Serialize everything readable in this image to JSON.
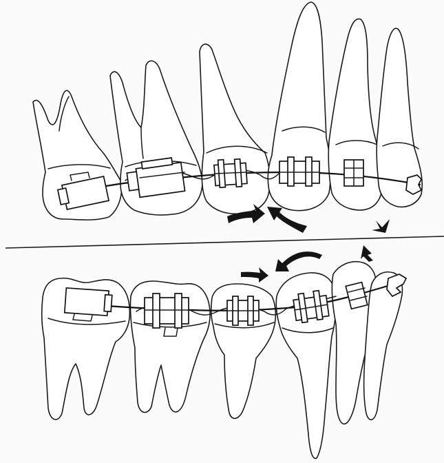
{
  "figure": {
    "description_text": "",
    "colors": {
      "background": "#fbfbfb",
      "outline": "#1a1a1a",
      "arrow": "#141414"
    },
    "icons": [
      "maxillary-arch",
      "mandibular-arch",
      "orthodontic-brackets",
      "archwire",
      "elastic-ligature-chain",
      "movement-arrows"
    ]
  }
}
